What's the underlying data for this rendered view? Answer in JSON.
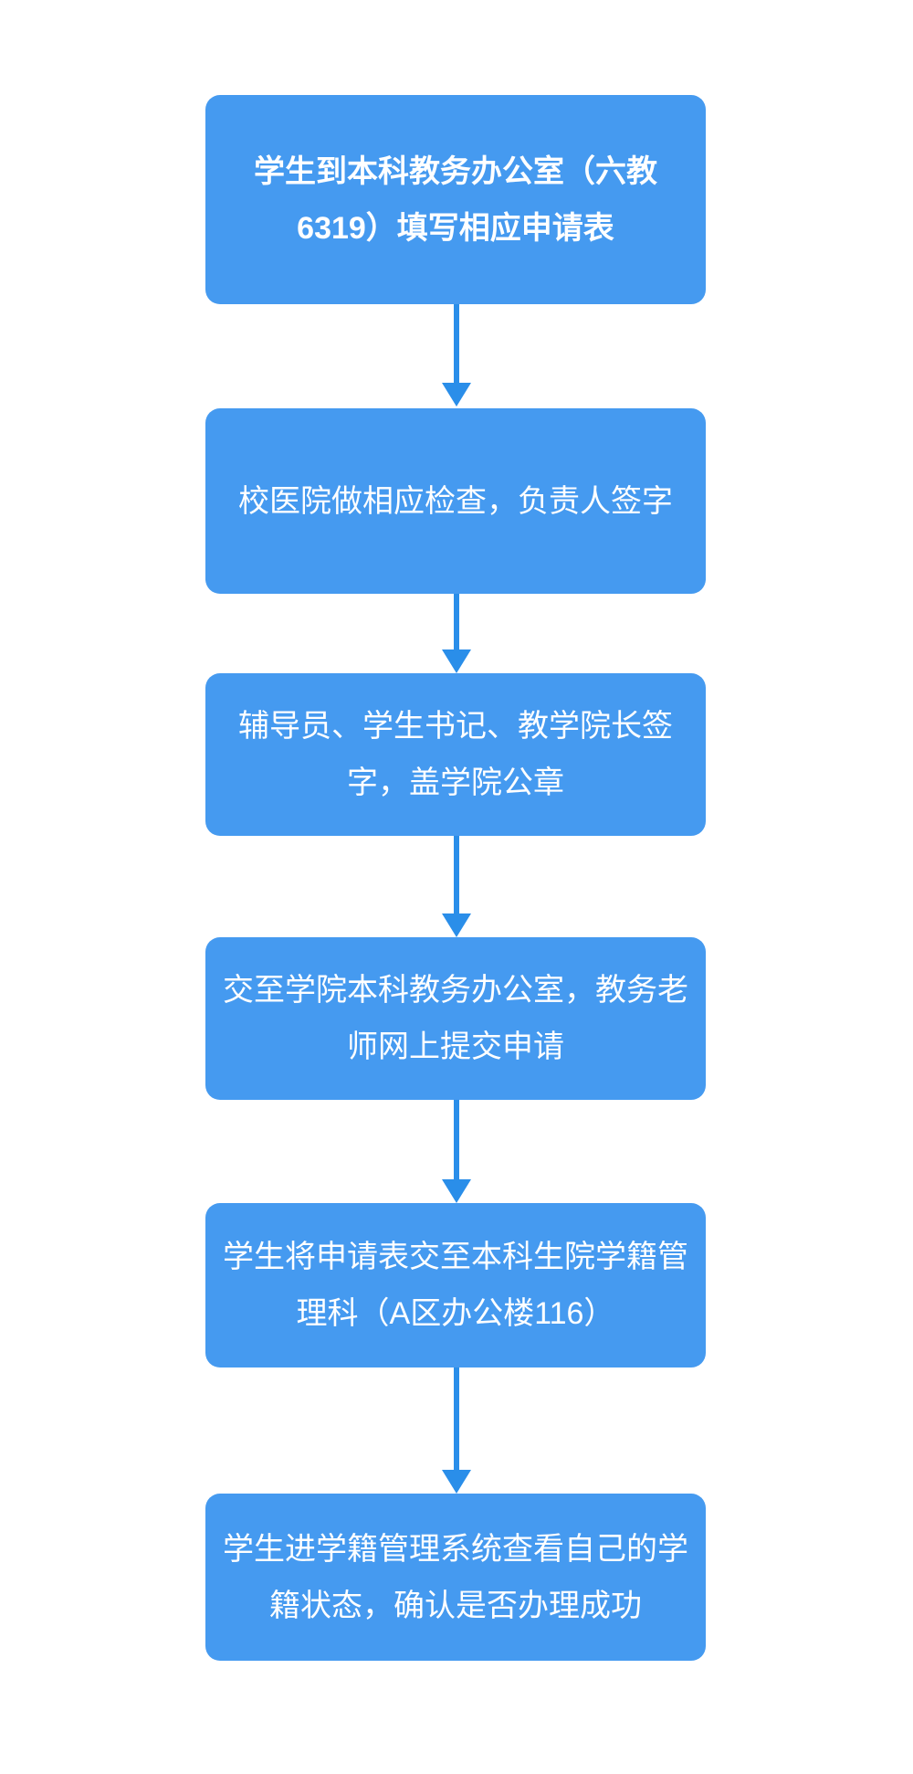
{
  "flowchart": {
    "background_color": "#ffffff",
    "node_fill_color": "#459af0",
    "arrow_color": "#2a8ee9",
    "text_color": "#ffffff",
    "nodes": [
      {
        "step": 1,
        "bold": true,
        "lines": [
          "学生到本科教务办公室（六教",
          "6319）填写相应申请表"
        ],
        "text": "学生到本科教务办公室（六教6319）填写相应申请表"
      },
      {
        "step": 2,
        "bold": false,
        "lines": [
          "校医院做相应检查，负责人签字"
        ],
        "text": "校医院做相应检查，负责人签字"
      },
      {
        "step": 3,
        "bold": false,
        "lines": [
          "辅导员、学生书记、教学院长签",
          "字，盖学院公章"
        ],
        "text": "辅导员、学生书记、教学院长签字，盖学院公章"
      },
      {
        "step": 4,
        "bold": false,
        "lines": [
          "交至学院本科教务办公室，教务老",
          "师网上提交申请"
        ],
        "text": "交至学院本科教务办公室，教务老师网上提交申请"
      },
      {
        "step": 5,
        "bold": false,
        "lines": [
          "学生将申请表交至本科生院学籍管",
          "理科（A区办公楼116）"
        ],
        "text": "学生将申请表交至本科生院学籍管理科（A区办公楼116）"
      },
      {
        "step": 6,
        "bold": false,
        "lines": [
          "学生进学籍管理系统查看自己的学",
          "籍状态，确认是否办理成功"
        ],
        "text": "学生进学籍管理系统查看自己的学籍状态，确认是否办理成功"
      }
    ],
    "edges": [
      {
        "from": 1,
        "to": 2
      },
      {
        "from": 2,
        "to": 3
      },
      {
        "from": 3,
        "to": 4
      },
      {
        "from": 4,
        "to": 5
      },
      {
        "from": 5,
        "to": 6
      }
    ]
  }
}
